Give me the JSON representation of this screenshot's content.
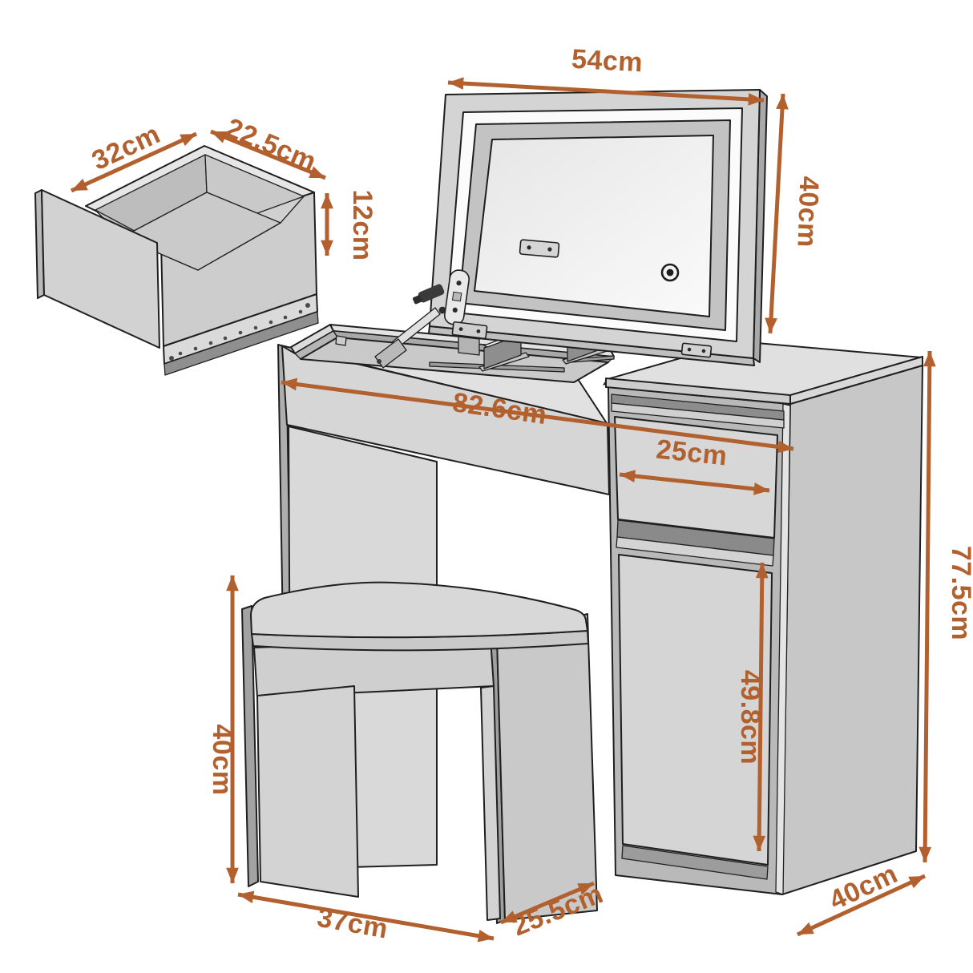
{
  "diagram": {
    "accent_color": "#b2602e",
    "outline_color": "#1f1f1f"
  },
  "dims": {
    "drawer_width": "32cm",
    "drawer_depth": "22.5cm",
    "drawer_height": "12cm",
    "mirror_width": "54cm",
    "mirror_height": "40cm",
    "desk_width": "82.6cm",
    "side_drawer_width": "25cm",
    "door_height": "49.8cm",
    "overall_height": "77.5cm",
    "cabinet_depth": "40cm",
    "stool_height": "40cm",
    "stool_width": "37cm",
    "stool_depth": "25.5cm"
  }
}
